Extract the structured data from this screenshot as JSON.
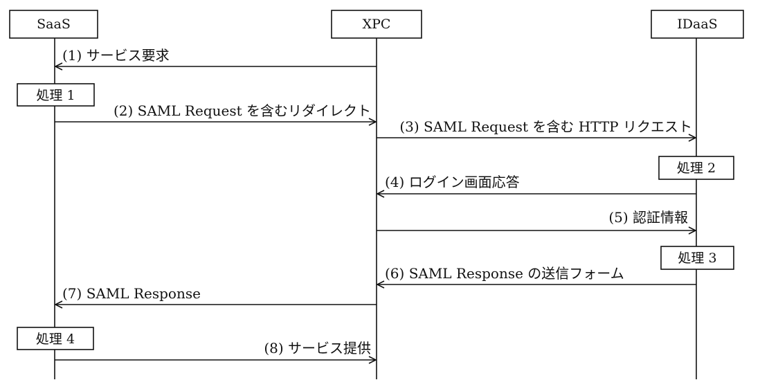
{
  "participants": [
    {
      "id": "saas",
      "label": "SaaS"
    },
    {
      "id": "xpc",
      "label": "XPC"
    },
    {
      "id": "idaas",
      "label": "IDaaS"
    }
  ],
  "messages": [
    {
      "label": "(1) サービス要求",
      "from": "xpc",
      "to": "saas"
    },
    {
      "label": "(2) SAML Request を含むリダイレクト",
      "from": "saas",
      "to": "xpc"
    },
    {
      "label": "(3) SAML Request を含む HTTP リクエスト",
      "from": "xpc",
      "to": "idaas"
    },
    {
      "label": "(4) ログイン画面応答",
      "from": "idaas",
      "to": "xpc"
    },
    {
      "label": "(5) 認証情報",
      "from": "xpc",
      "to": "idaas"
    },
    {
      "label": "(6) SAML Response の送信フォーム",
      "from": "idaas",
      "to": "xpc"
    },
    {
      "label": "(7) SAML Response",
      "from": "xpc",
      "to": "saas"
    },
    {
      "label": "(8) サービス提供",
      "from": "saas",
      "to": "xpc"
    }
  ],
  "processes": [
    {
      "label": "処理 1",
      "at": "saas"
    },
    {
      "label": "処理 2",
      "at": "idaas"
    },
    {
      "label": "処理 3",
      "at": "idaas"
    },
    {
      "label": "処理 4",
      "at": "saas"
    }
  ]
}
